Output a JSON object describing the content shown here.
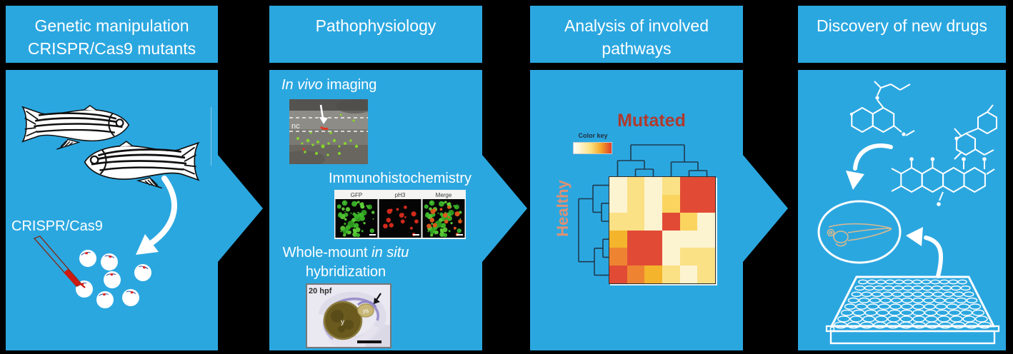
{
  "colors": {
    "panel_blue": "#2BA7E0",
    "background": "#000000",
    "mutated_red": "#B03A2E",
    "healthy_salmon": "#DD9175",
    "dendrogram_line": "#1D3B50",
    "egg_cap_blue": "#2D4C9E",
    "needle_red": "#CC1A10"
  },
  "panels": {
    "p1": {
      "header_line1": "Genetic manipulation",
      "header_line2": "CRISPR/Cas9 mutants",
      "crispr_label": "CRISPR/Cas9"
    },
    "p2": {
      "header_line1": "Pathophysiology",
      "invivo_italic": "In vivo",
      "invivo_rest": " imaging",
      "nc_label": "nc",
      "ihc_label": "Immunohistochemistry",
      "ihc_gfp": "GFP",
      "ihc_ph3": "pH3",
      "ihc_merge": "Merge",
      "wish_prefix": "Whole-mount ",
      "wish_italic": "in situ",
      "wish_line2": "hybridization",
      "embryo_stage": "20 hpf",
      "embryo_yolk_label": "y",
      "embryo_ys_label": "ys"
    },
    "p3": {
      "header_line1": "Analysis of involved",
      "header_line2": "pathways",
      "mutated": "Mutated",
      "healthy": "Healthy",
      "color_key": "Color key"
    },
    "p4": {
      "header_line1": "Discovery of new drugs"
    }
  },
  "chart_data": {
    "type": "heatmap",
    "rows": 6,
    "cols": 6,
    "col_group_label": "Mutated",
    "row_group_label": "Healthy",
    "color_key_label": "Color key",
    "grid_colors": [
      [
        "cream",
        "yellow",
        "cream",
        "yellow",
        "red",
        "red"
      ],
      [
        "cream",
        "yellow",
        "cream",
        "gold_light",
        "red",
        "red"
      ],
      [
        "yellow",
        "yellow",
        "cream",
        "red",
        "gold_light",
        "cream"
      ],
      [
        "gold",
        "red",
        "red",
        "cream",
        "cream",
        "cream"
      ],
      [
        "orange",
        "red",
        "red",
        "cream",
        "yellow",
        "yellow"
      ],
      [
        "red",
        "orange",
        "gold",
        "yellow",
        "cream",
        "yellow"
      ]
    ],
    "palette": {
      "cream": "#FCF3D1",
      "yellow": "#FAE185",
      "gold_light": "#FBD460",
      "gold": "#F4B52C",
      "orange": "#EE8432",
      "red": "#E14B36"
    },
    "color_key_gradient": [
      "#FFFFFF",
      "#FBE180",
      "#F5A62B",
      "#DF3F28"
    ],
    "legend_position": "top-left",
    "dendrograms": "columns-top and rows-left"
  }
}
